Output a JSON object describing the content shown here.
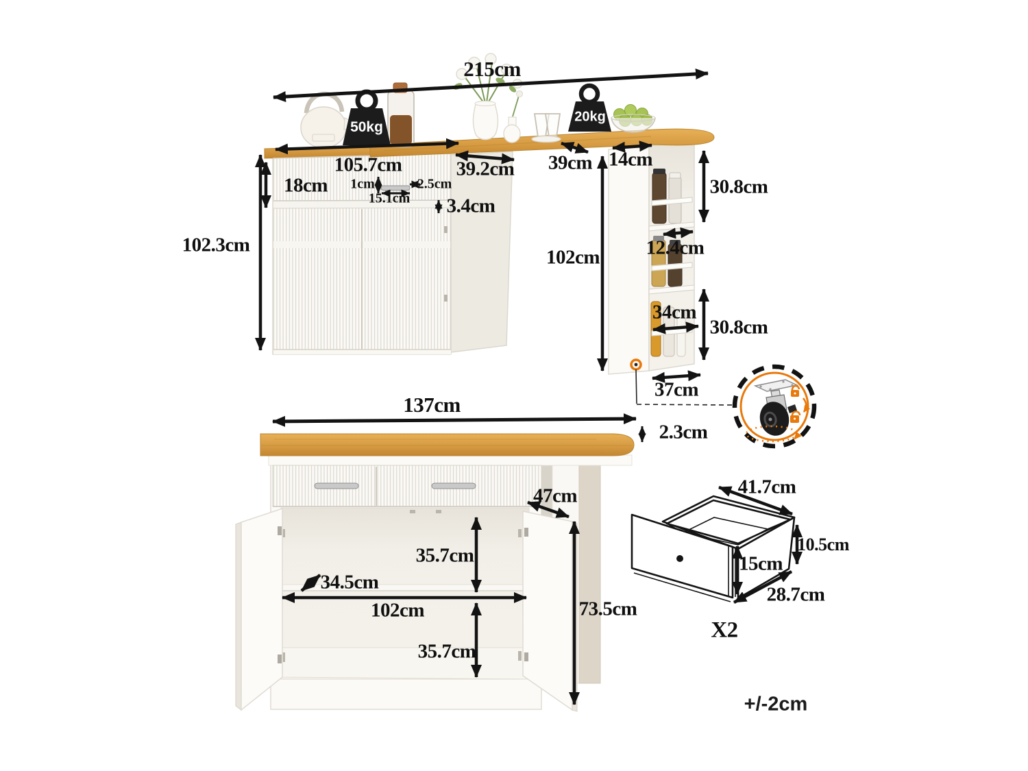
{
  "colors": {
    "accent_orange": "#E8790B",
    "line_black": "#131313",
    "wood": "#D79C44"
  },
  "top_view": {
    "overall_width": "215cm",
    "left_load": "50kg",
    "right_load": "20kg",
    "island": {
      "top_width": "105.7cm",
      "side_depth": "39.2cm",
      "height": "102.3cm",
      "drawer_front": "18cm",
      "drawer_gap": "3.4cm",
      "handle_proud": "1cm",
      "handle_height": "2.5cm",
      "handle_width": "15.1cm"
    },
    "counter_span": "39cm",
    "shelf": {
      "depth": "14cm",
      "height": "102cm",
      "upper_opening": "30.8cm",
      "opening_depth": "12.4cm",
      "lower_width": "34cm",
      "lower_opening": "30.8cm",
      "base_depth": "37cm"
    }
  },
  "front_view": {
    "width": "137cm",
    "top_thickness": "2.3cm",
    "door_width": "47cm",
    "upper_space": "35.7cm",
    "shelf_depth": "34.5cm",
    "inner_width": "102cm",
    "lower_space": "35.7cm",
    "side_height": "73.5cm"
  },
  "drawer": {
    "width": "41.7cm",
    "inner_height": "10.5cm",
    "front_height": "15cm",
    "depth": "28.7cm",
    "count": "X2"
  },
  "tolerance": "+/-2cm"
}
